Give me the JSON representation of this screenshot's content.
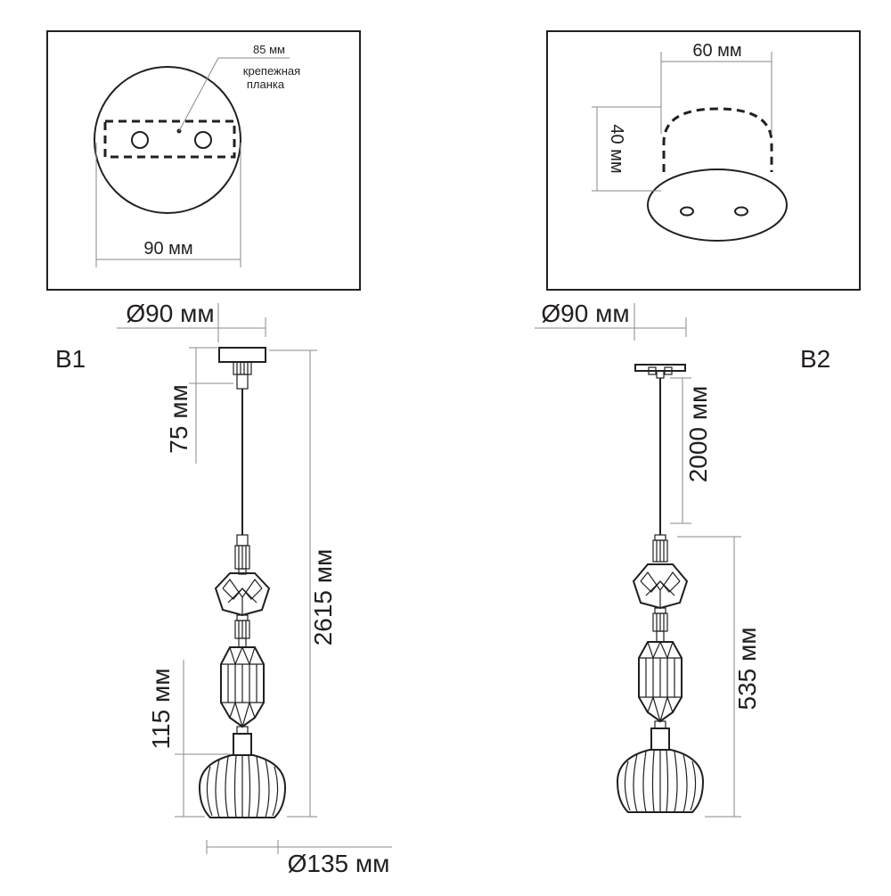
{
  "colors": {
    "ink": "#231f20",
    "dimension_line": "#8a8a8a",
    "panel_border": "#231f20"
  },
  "panel_top_left": {
    "mount_width": "85 мм",
    "mount_label_line1": "крепежная",
    "mount_label_line2": "планка",
    "plate_width": "90 мм"
  },
  "panel_top_right": {
    "width": "60 мм",
    "height": "40 мм"
  },
  "variant_b1": {
    "label": "B1",
    "canopy_diameter": "Ø90 мм",
    "canopy_height": "75 мм",
    "total_height": "2615 мм",
    "lower_height": "115 мм",
    "shade_diameter": "Ø135 мм"
  },
  "variant_b2": {
    "label": "B2",
    "canopy_diameter": "Ø90 мм",
    "cable_length": "2000 мм",
    "body_height": "535 мм"
  }
}
